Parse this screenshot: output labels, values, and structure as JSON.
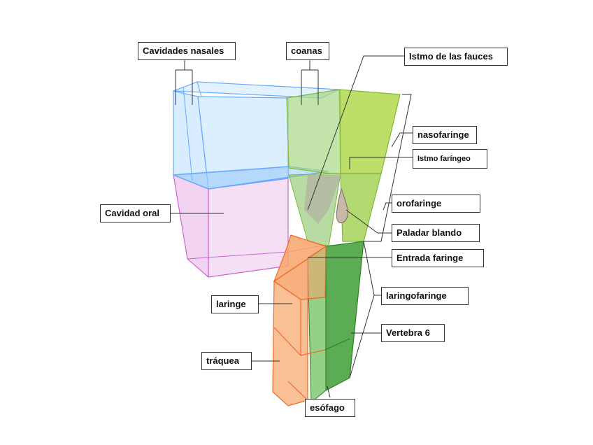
{
  "labels": {
    "cavidades_nasales": "Cavidades nasales",
    "coanas": "coanas",
    "istmo_fauces": "Istmo de las fauces",
    "nasofaringe": "nasofaringe",
    "istmo_faringeo": "Istmo faríngeo",
    "cavidad_oral": "Cavidad oral",
    "orofaringe": "orofaringe",
    "paladar_blando": "Paladar blando",
    "entrada_faringe": "Entrada faringe",
    "laringe": "laringe",
    "laringofaringe": "laringofaringe",
    "vertebra_6": "Vertebra 6",
    "traquea": "tráquea",
    "esofago": "esófago"
  },
  "colors": {
    "nasal": "#66aaff",
    "nasal_fill": "#cfeaff",
    "oral": "#cc66cc",
    "oral_fill": "#f2d4f2",
    "pharynx_light": "#b2d94f",
    "pharynx_mid": "#8dc85a",
    "pharynx_dark": "#3f9e35",
    "larynx": "#f06a2a",
    "larynx_fill": "#f7a36b",
    "leader": "#333333"
  }
}
